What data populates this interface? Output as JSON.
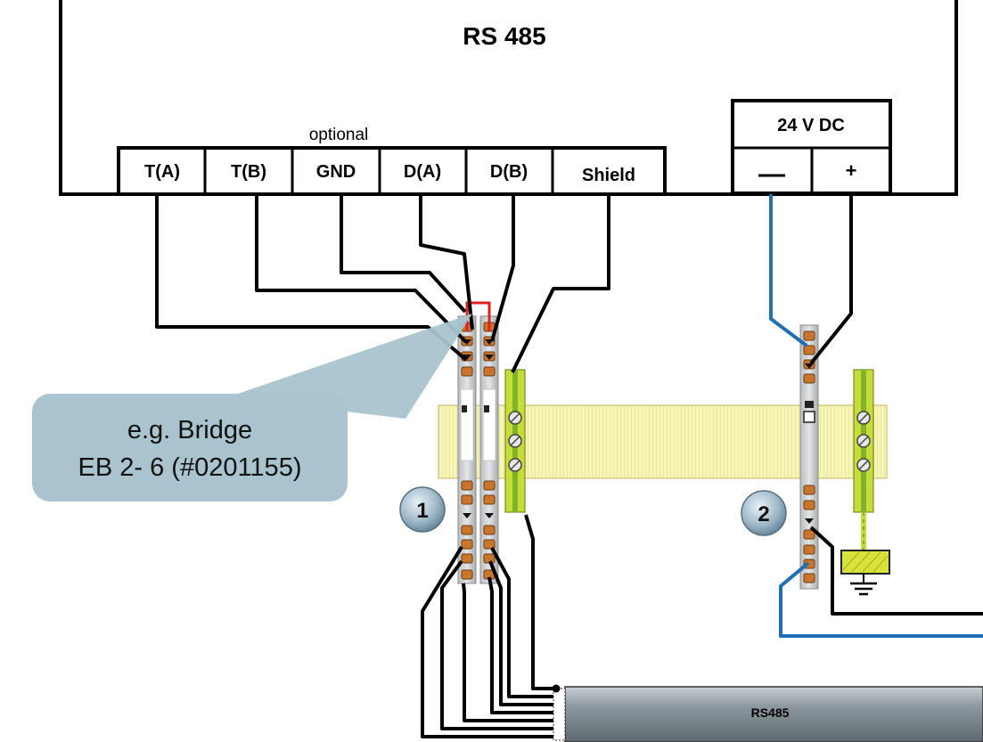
{
  "device": {
    "title": "RS 485",
    "optional_label": "optional",
    "terminals": [
      "T(A)",
      "T(B)",
      "GND",
      "D(A)",
      "D(B)",
      "Shield"
    ]
  },
  "power": {
    "title": "24 V DC",
    "minus_symbol": "—",
    "plus_symbol": "+"
  },
  "callout": {
    "line1": "e.g. Bridge",
    "line2": "EB 2- 6 (#0201155)"
  },
  "markers": [
    "1",
    "2"
  ],
  "cable": {
    "label": "RS485"
  },
  "colors": {
    "wire_black": "#000000",
    "wire_blue": "#1f6fb5",
    "bridge_red": "#e02020",
    "din_rail": "#f7f4b3",
    "terminal_orange": "#c8762b",
    "ground_yellow_green": "#c6dc3a",
    "callout_fill": "#a9c4cf",
    "cable_gray": "#8c979f"
  }
}
